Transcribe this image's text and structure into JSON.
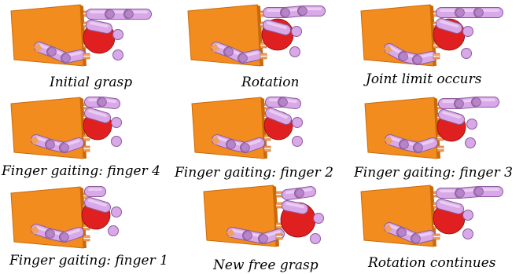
{
  "colors": {
    "palm": "#f28c1f",
    "palm_edge": "#c96a0a",
    "finger": "#d8a8e8",
    "finger_edge": "#8a5a9a",
    "finger_shade": "#b784c9",
    "joint": "#f0a060",
    "object_ring": "#e02020",
    "object_face": "#ffff77"
  },
  "panels": [
    {
      "caption": "Initial grasp",
      "state": "initial"
    },
    {
      "caption": "Rotation",
      "state": "rotation"
    },
    {
      "caption": "Joint limit occurs",
      "state": "limit"
    },
    {
      "caption": "Finger gaiting: finger 4",
      "state": "gait4"
    },
    {
      "caption": "Finger gaiting: finger 2",
      "state": "gait2"
    },
    {
      "caption": "Finger gaiting: finger 3",
      "state": "gait3"
    },
    {
      "caption": "Finger gaiting: finger 1",
      "state": "gait1"
    },
    {
      "caption": "New free grasp",
      "state": "newgrasp"
    },
    {
      "caption": "Rotation continues",
      "state": "continues"
    }
  ]
}
